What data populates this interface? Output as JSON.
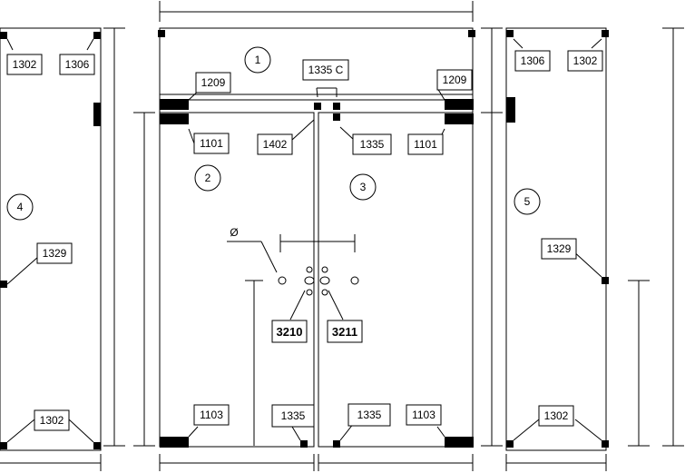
{
  "panels": [
    {
      "key": "top",
      "number": "1"
    },
    {
      "key": "door_left",
      "number": "2"
    },
    {
      "key": "door_right",
      "number": "3"
    },
    {
      "key": "side_left",
      "number": "4"
    },
    {
      "key": "side_right",
      "number": "5"
    }
  ],
  "fittings": {
    "side_left_top_left": "1302",
    "side_left_top_right": "1306",
    "side_left_middle": "1329",
    "side_left_bottom": "1302",
    "transom_left": "1209",
    "transom_right": "1209",
    "transom_center": "1335 C",
    "door_left_top_pivot": "1101",
    "door_left_top_stop": "1402",
    "door_right_top_stop": "1335",
    "door_right_top_pivot": "1101",
    "door_left_bottom_pivot": "1103",
    "door_left_bottom_stop": "1335",
    "door_right_bottom_stop": "1335",
    "door_right_bottom_pivot": "1103",
    "side_right_top_left": "1306",
    "side_right_top_right": "1302",
    "side_right_middle": "1329",
    "side_right_bottom": "1302"
  },
  "handles": {
    "left": "3210",
    "right": "3211",
    "diameter_symbol": "Ø"
  }
}
